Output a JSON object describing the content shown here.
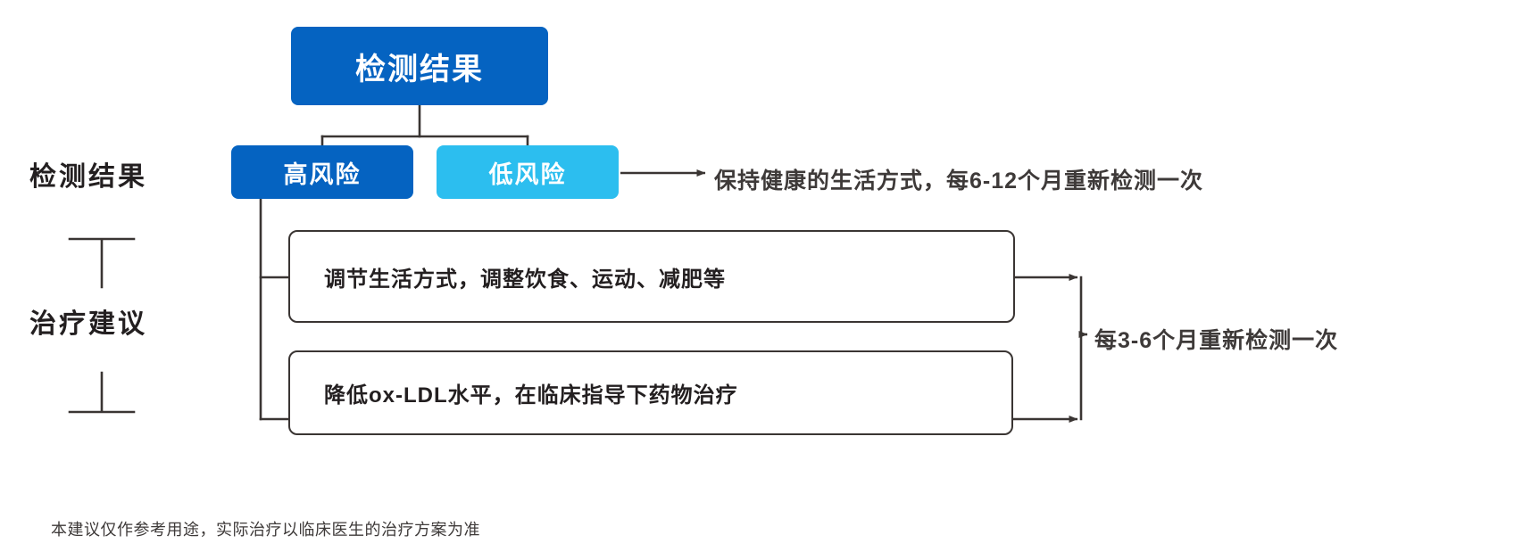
{
  "diagram": {
    "title_box": {
      "label": "检测结果"
    },
    "risk_nodes": [
      {
        "label": "高风险",
        "color": "#0563C1"
      },
      {
        "label": "低风险",
        "color": "#2CBEEF"
      }
    ],
    "advice_boxes": [
      {
        "label": "调节生活方式，调整饮食、运动、减肥等"
      },
      {
        "label": "降低ox-LDL水平，在临床指导下药物治疗"
      }
    ],
    "side_labels": [
      {
        "label": "检测结果"
      },
      {
        "label": "治疗建议"
      }
    ],
    "annotations": [
      {
        "label": "保持健康的生活方式，每6-12个月重新检测一次"
      },
      {
        "label": "每3-6个月重新检测一次"
      }
    ],
    "footer": {
      "label": "本建议仅作参考用途，实际治疗以临床医生的治疗方案为准"
    }
  },
  "colors": {
    "primary_blue": "#0563C1",
    "light_blue": "#2CBEEF",
    "line": "#3A3533",
    "text": "#231F20",
    "background": "#FFFFFF"
  }
}
